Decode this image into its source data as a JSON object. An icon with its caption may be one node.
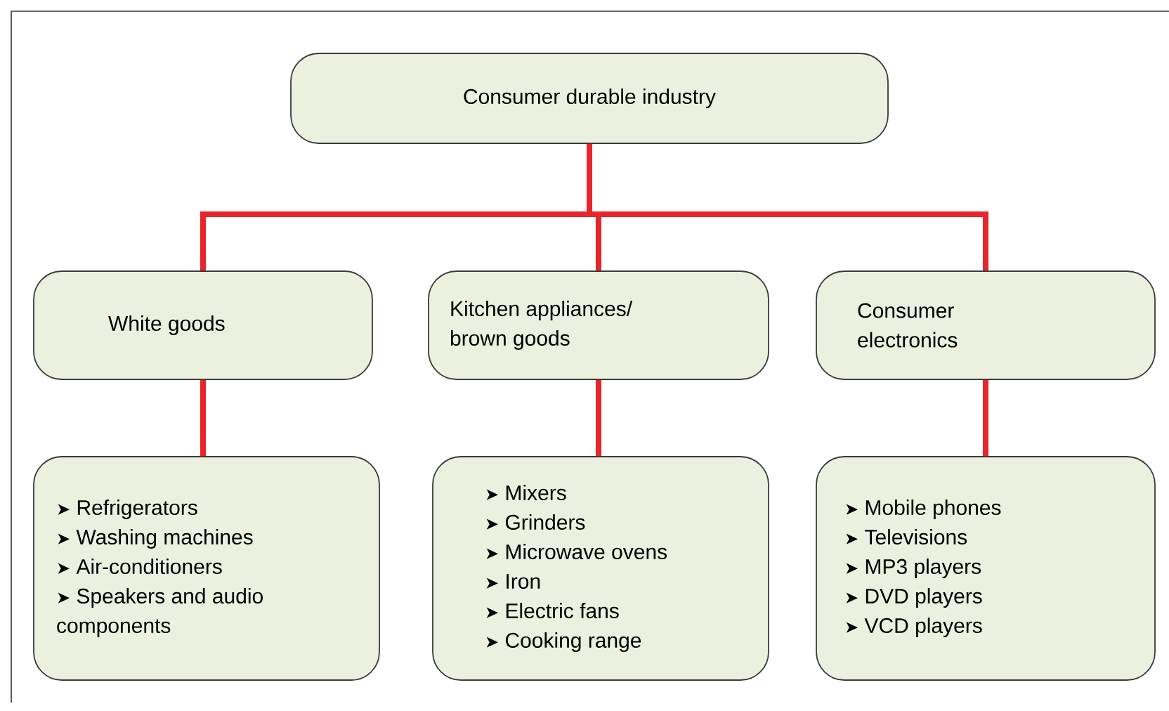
{
  "diagram": {
    "nodes": [
      {
        "text": [
          "Consumer durable industry"
        ]
      },
      {
        "text": [
          "White goods"
        ]
      },
      {
        "text": [
          "Kitchen appliances/ brown goods"
        ]
      },
      {
        "text": [
          "Consumer electronics"
        ]
      },
      {
        "text": [
          "➤ Refrigerators",
          "➤ Washing machines",
          "➤ Air-conditioners",
          "➤ Speakers and audio components"
        ]
      },
      {
        "text": [
          "➤ Mixers",
          "➤ Grinders",
          "➤ Microwave ovens",
          "➤ Iron",
          "➤ Electric fans",
          "➤ Cooking range"
        ]
      },
      {
        "text": [
          "➤ Mobile phones",
          "➤ Televisions",
          "➤ MP3 players",
          "➤ DVD players",
          "➤ VCD players"
        ]
      }
    ],
    "edges": [
      {
        "from": 0,
        "to": 1,
        "arrow": "none"
      },
      {
        "from": 0,
        "to": 2,
        "arrow": "none"
      },
      {
        "from": 0,
        "to": 3,
        "arrow": "none"
      },
      {
        "from": 1,
        "to": 4,
        "arrow": "none"
      },
      {
        "from": 2,
        "to": 5,
        "arrow": "none"
      },
      {
        "from": 3,
        "to": 6,
        "arrow": "none"
      }
    ]
  }
}
